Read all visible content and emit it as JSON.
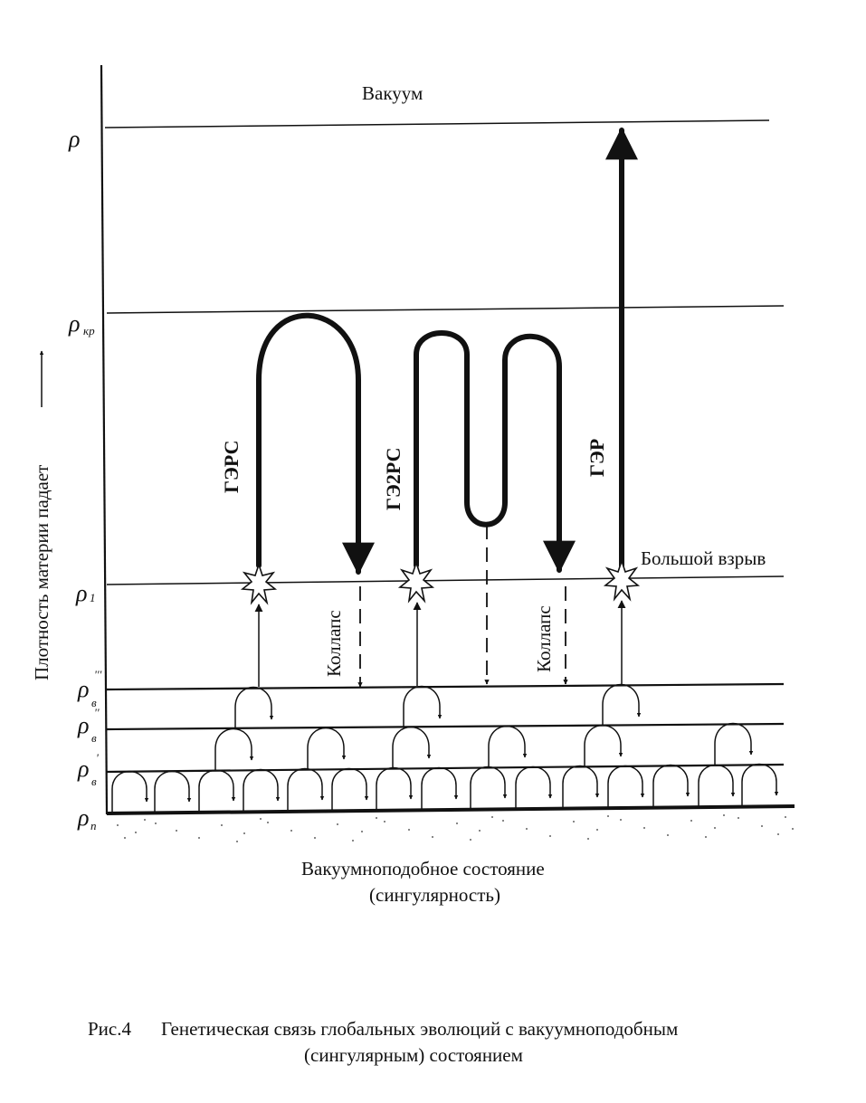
{
  "labels": {
    "vacuum": "Вакуум",
    "big_bang": "Большой взрыв",
    "y_axis": "Плотность материи падает",
    "bottom_line1": "Вакуумноподобное состояние",
    "bottom_line2": "(сингулярность)",
    "evolution_1": "ГЭРС",
    "evolution_2": "ГЭ2РС",
    "evolution_3": "ГЭР",
    "collapse_1": "Коллапс",
    "collapse_2": "Коллапс"
  },
  "levels": {
    "rho": "ρ",
    "rho_kr": "ρ",
    "rho_kr_sub": "кр",
    "rho_1": "ρ",
    "rho_1_sub": "1",
    "rho_v3": "ρ",
    "rho_v3_sub": "в",
    "rho_v3_sup": "'''",
    "rho_v2": "ρ",
    "rho_v2_sub": "в",
    "rho_v2_sup": "''",
    "rho_v1": "ρ",
    "rho_v1_sub": "в",
    "rho_v1_sup": "'",
    "rho_p": "ρ",
    "rho_p_sub": "п"
  },
  "caption": {
    "number": "Рис.4",
    "line1": "Генетическая связь глобальных эволюций с вакуумноподобным",
    "line2": "(сингулярным) состоянием"
  }
}
